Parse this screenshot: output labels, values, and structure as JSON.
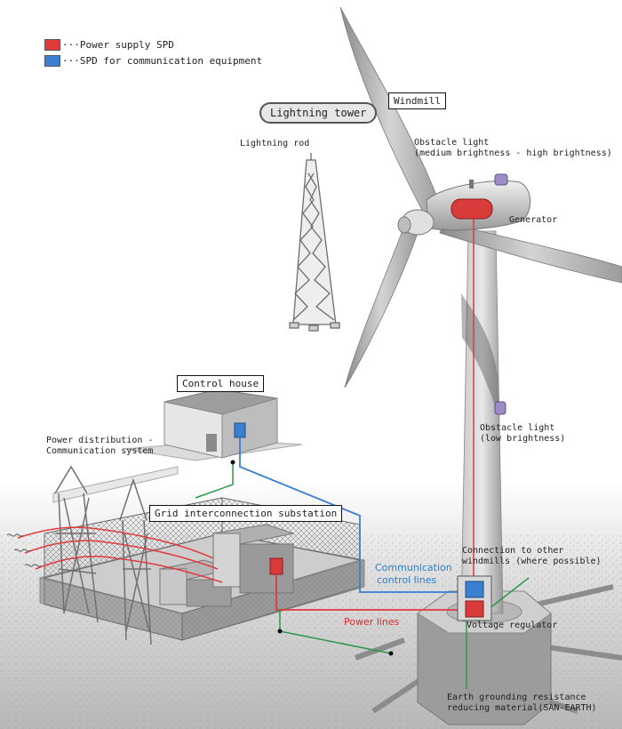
{
  "legend": {
    "power_spd": {
      "label": "···Power supply SPD",
      "color": "#e03a3a"
    },
    "comm_spd": {
      "label": "···SPD for communication equipment",
      "color": "#3a7fd0"
    }
  },
  "labels": {
    "lightning_tower": "Lightning tower",
    "windmill": "Windmill",
    "lightning_rod": "Lightning rod",
    "obstacle_light_top_1": "Obstacle light",
    "obstacle_light_top_2": "(medium brightness - high brightness)",
    "generator": "Generator",
    "control_house": "Control house",
    "obstacle_light_low_1": "Obstacle light",
    "obstacle_light_low_2": "(low brightness)",
    "power_dist_1": "Power distribution -",
    "power_dist_2": "Communication system",
    "substation": "Grid interconnection substation",
    "connection_1": "Connection to other",
    "connection_2": "windmills (where possible)",
    "comm_lines_1": "Communication",
    "comm_lines_2": "control lines",
    "power_lines": "Power lines",
    "voltage_regulator": "Voltage regulator",
    "earth_1": "Earth grounding resistance",
    "earth_2": "reducing material(SAN-EARTH)"
  },
  "colors": {
    "power_line": "#e03a3a",
    "comm_line": "#3a7fd0",
    "ground_line": "#2a9a4a"
  }
}
